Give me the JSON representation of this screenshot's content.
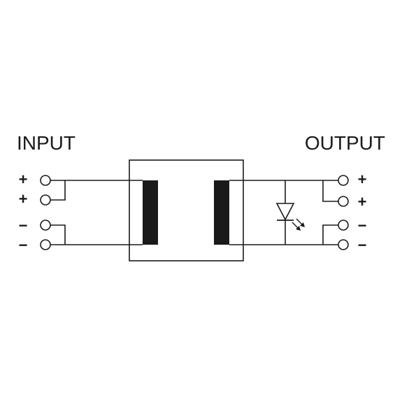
{
  "labels": {
    "input_title": "INPUT",
    "output_title": "OUTPUT"
  },
  "input_terminals": [
    {
      "sign": "+"
    },
    {
      "sign": "+"
    },
    {
      "sign": "−"
    },
    {
      "sign": "−"
    }
  ],
  "output_terminals": [
    {
      "sign": "+"
    },
    {
      "sign": "+"
    },
    {
      "sign": "−"
    },
    {
      "sign": "−"
    }
  ],
  "colors": {
    "line": "#1a1a1a",
    "background": "#ffffff"
  },
  "components": {
    "input_coil_icon": "coil-block",
    "output_coil_icon": "coil-block",
    "indicator_icon": "led-icon"
  }
}
